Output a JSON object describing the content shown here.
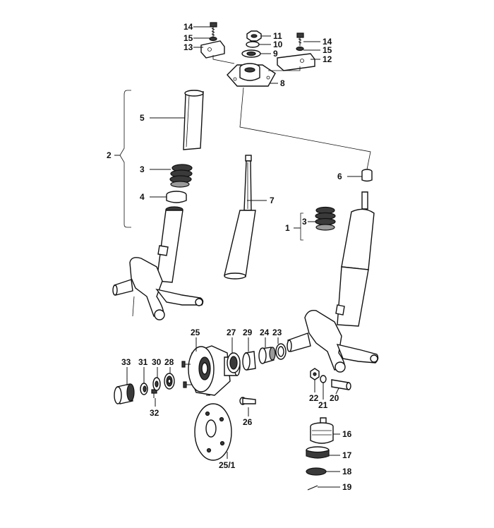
{
  "labels": {
    "l14a": "14",
    "l15a": "15",
    "l13": "13",
    "l11": "11",
    "l10": "10",
    "l9": "9",
    "l14b": "14",
    "l15b": "15",
    "l12": "12",
    "l8": "8",
    "l5": "5",
    "l2": "2",
    "l3a": "3",
    "l4": "4",
    "l7": "7",
    "l6": "6",
    "l1": "1",
    "l3b": "3",
    "l25": "25",
    "l27": "27",
    "l29": "29",
    "l24": "24",
    "l23": "23",
    "l33": "33",
    "l31": "31",
    "l30": "30",
    "l28": "28",
    "l32": "32",
    "l26": "26",
    "l22": "22",
    "l21": "21",
    "l20": "20",
    "l16": "16",
    "l17": "17",
    "l18": "18",
    "l19": "19",
    "l25_1": "25/1"
  }
}
